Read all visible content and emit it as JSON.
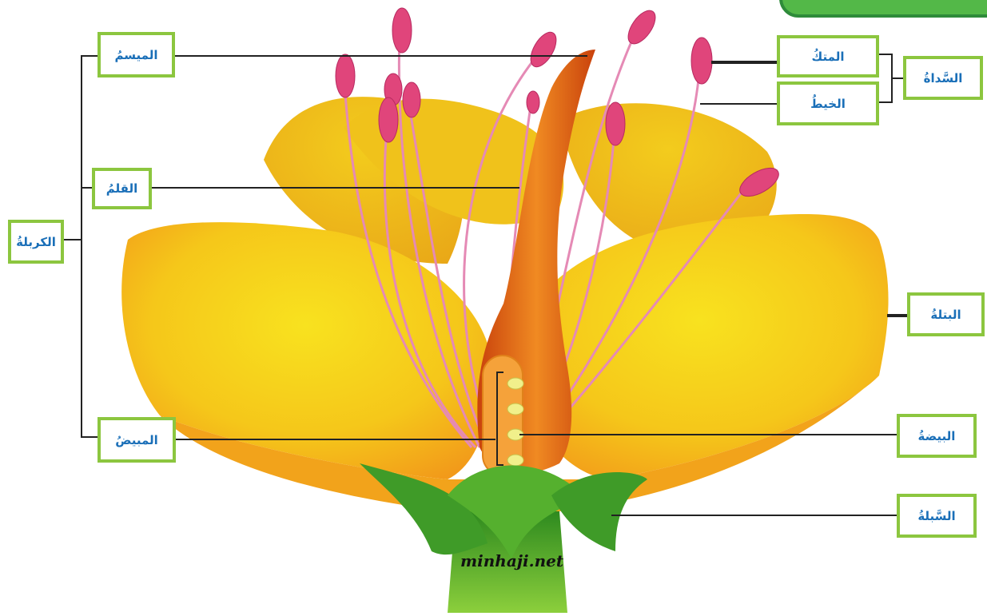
{
  "labels": {
    "stigma": "الميسمُ",
    "style": "القلمُ",
    "carpel": "الكربلةُ",
    "ovary": "المبيضُ",
    "anther": "المتكُ",
    "filament": "الخيطُ",
    "stamen": "السَّداةُ",
    "petal": "البتلةُ",
    "ovule": "البيضةُ",
    "sepal": "السَّبلةُ"
  },
  "watermark": "minhaji.net",
  "colors": {
    "label_border": "#8cc63f",
    "label_text": "#1a6fb8",
    "petal_light": "#f6d21a",
    "petal_dark": "#f3a21a",
    "pistil": "#e86a14",
    "anther": "#e0457b",
    "filament": "#e58ab5",
    "sepal": "#4ea82a",
    "corner_tab": "#53b848"
  }
}
